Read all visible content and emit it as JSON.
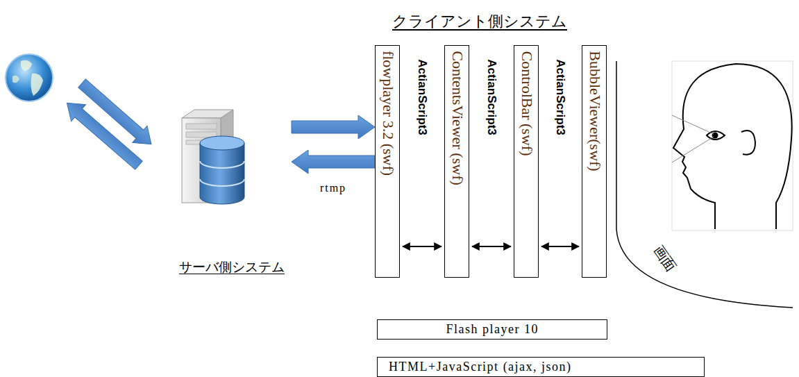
{
  "diagram": {
    "nodes": [
      {
        "text": [
          "サーバ側システム"
        ]
      },
      {
        "text": [
          "flowplayer 3.2 (swf)"
        ]
      },
      {
        "text": [
          "ContentsViewer (swf)"
        ]
      },
      {
        "text": [
          "ControlBar (swf)"
        ]
      },
      {
        "text": [
          "BubbleViewer(swf)"
        ]
      },
      {
        "text": [
          "Flash player 10"
        ]
      },
      {
        "text": [
          "HTML+JavaScript (ajax, json)"
        ]
      }
    ],
    "edges": [
      {
        "from": 0,
        "to": 1,
        "arrow": "to"
      },
      {
        "from": 1,
        "to": 0,
        "arrow": "to",
        "label": "rtmp"
      },
      {
        "from": 1,
        "to": 2,
        "arrow": "both",
        "label": "ActianScript3"
      },
      {
        "from": 2,
        "to": 3,
        "arrow": "both",
        "label": "ActianScript3"
      },
      {
        "from": 3,
        "to": 4,
        "arrow": "both",
        "label": "ActianScript3"
      }
    ],
    "labels": [
      "クライアント側システム",
      "画面"
    ]
  }
}
